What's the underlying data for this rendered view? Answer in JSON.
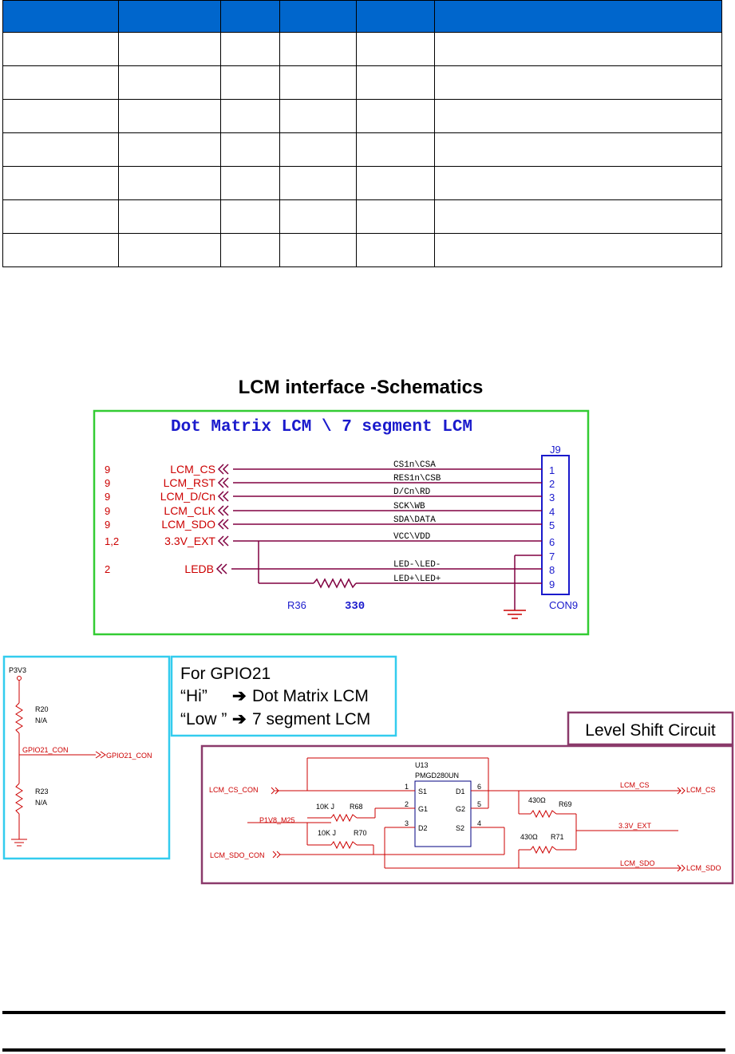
{
  "table": {
    "columns": 6,
    "rows": 7,
    "header_color": "#0066cc"
  },
  "schematic": {
    "title": "LCM interface -Schematics",
    "lcm_box": {
      "title": "Dot Matrix LCM \\ 7 segment LCM",
      "connector_ref": "J9",
      "connector_name": "CON9",
      "signals": [
        {
          "page": "9",
          "net": "LCM_CS",
          "pin_label": "CS1n\\CSA",
          "pin": "1"
        },
        {
          "page": "9",
          "net": "LCM_RST",
          "pin_label": "RES1n\\CSB",
          "pin": "2"
        },
        {
          "page": "9",
          "net": "LCM_D/Cn",
          "pin_label": "D/Cn\\RD",
          "pin": "3"
        },
        {
          "page": "9",
          "net": "LCM_CLK",
          "pin_label": "SCK\\WB",
          "pin": "4"
        },
        {
          "page": "9",
          "net": "LCM_SDO",
          "pin_label": "SDA\\DATA",
          "pin": "5"
        },
        {
          "page": "1,2",
          "net": "3.3V_EXT",
          "pin_label": "VCC\\VDD",
          "pin": "6"
        }
      ],
      "pin7": "7",
      "ledb": {
        "page": "2",
        "net": "LEDB",
        "pin_label": "LED-\\LED-",
        "pin": "8"
      },
      "led_plus": {
        "pin_label": "LED+\\LED+",
        "pin": "9"
      },
      "resistor": {
        "ref": "R36",
        "value": "330"
      }
    },
    "gpio_box": {
      "power": "P3V3",
      "r_top": {
        "ref": "R20",
        "value": "N/A"
      },
      "r_bottom": {
        "ref": "R23",
        "value": "N/A"
      },
      "net": "GPIO21_CON",
      "port": "GPIO21_CON"
    },
    "note": {
      "line1": "For GPIO21",
      "line2_a": "“Hi”",
      "line2_b": "Dot Matrix LCM",
      "line3_a": "“Low ”",
      "line3_b": "7 segment LCM"
    },
    "level_shift": {
      "title": "Level Shift Circuit",
      "ic_ref": "U13",
      "ic_part": "PMGD280UN",
      "ic_pins_left": [
        "S1",
        "G1",
        "D2"
      ],
      "ic_pins_right": [
        "D1",
        "G2",
        "S2"
      ],
      "ic_pin_nums_left": [
        "1",
        "2",
        "3"
      ],
      "ic_pin_nums_right": [
        "6",
        "5",
        "4"
      ],
      "in_cs": "LCM_CS_CON",
      "in_p1v8": "P1V8_M25",
      "in_sdo": "LCM_SDO_CON",
      "r68": {
        "value": "10K J",
        "ref": "R68"
      },
      "r70": {
        "value": "10K J",
        "ref": "R70"
      },
      "r69": {
        "value": "430Ω",
        "ref": "R69"
      },
      "r71": {
        "value": "430Ω",
        "ref": "R71"
      },
      "out_cs_net": "LCM_CS",
      "out_cs_port": "LCM_CS",
      "out_3v3": "3.3V_EXT",
      "out_sdo_net": "LCM_SDO",
      "out_sdo_port": "LCM_SDO"
    },
    "colors": {
      "green_box": "#33cc33",
      "cyan_box": "#33ccee",
      "purple_box": "#8b3a6b",
      "wire": "#800040",
      "red_text": "#cc0000",
      "blue_text": "#1a1acc",
      "navy_text": "#000080"
    }
  }
}
